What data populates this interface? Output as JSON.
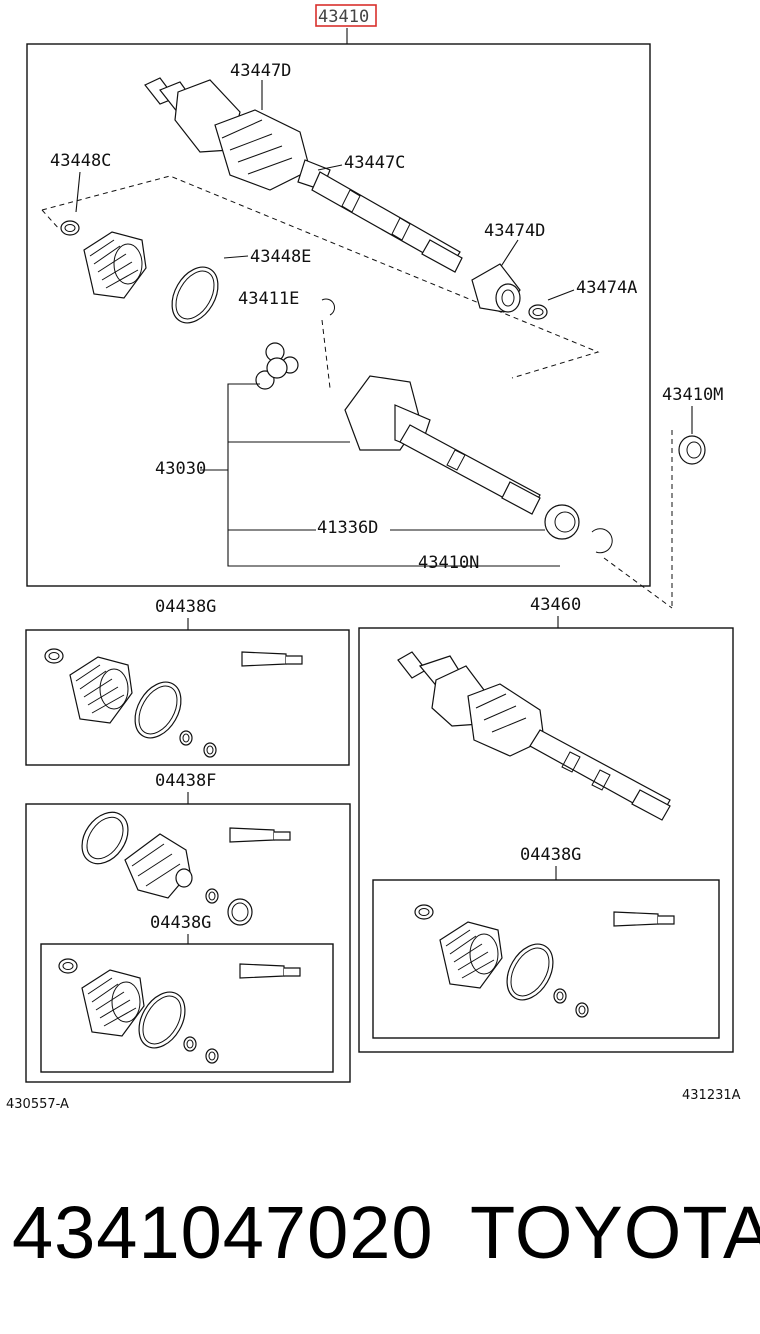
{
  "callouts": {
    "main_assembly": "43410",
    "c43447D": "43447D",
    "c43448C": "43448C",
    "c43447C": "43447C",
    "c43474D": "43474D",
    "c43448E": "43448E",
    "c43474A": "43474A",
    "c43411E": "43411E",
    "c43410M": "43410M",
    "c43030": "43030",
    "c41336D": "41336D",
    "c43410N": "43410N",
    "kit1": "04438G",
    "c43460": "43460",
    "kit2": "04438F",
    "kit3": "04438G",
    "kit4": "04438G"
  },
  "refs": {
    "left": "430557-A",
    "right": "431231A"
  },
  "caption": {
    "part_number": "4341047020",
    "brand": "TOYOTA"
  },
  "colors": {
    "highlight": "#d9302c",
    "line": "#111111"
  }
}
